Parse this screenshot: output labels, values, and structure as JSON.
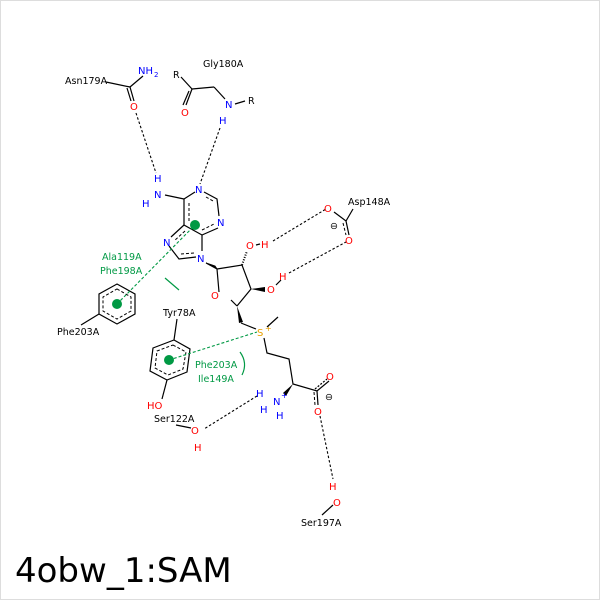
{
  "title": "4obw_1:SAM",
  "residues": {
    "asn179": "Asn179A",
    "gly180": "Gly180A",
    "asp148": "Asp148A",
    "phe203_ring": "Phe203A",
    "tyr78": "Tyr78A",
    "ser122": "Ser122A",
    "ser197": "Ser197A"
  },
  "hydrophobic": {
    "group1": [
      "Ala119A",
      "Phe198A"
    ],
    "group2": [
      "Phe203A",
      "Ile149A"
    ]
  },
  "atoms": {
    "N": "N",
    "O": "O",
    "H": "H",
    "R": "R",
    "S": "S",
    "NH2": "NH",
    "sub2": "2",
    "plus": "+",
    "minus": "⊖",
    "HO": "HO"
  },
  "colors": {
    "nitrogen": "#0000ff",
    "oxygen": "#ff0000",
    "sulfur": "#e8a000",
    "interaction": "#009944"
  }
}
